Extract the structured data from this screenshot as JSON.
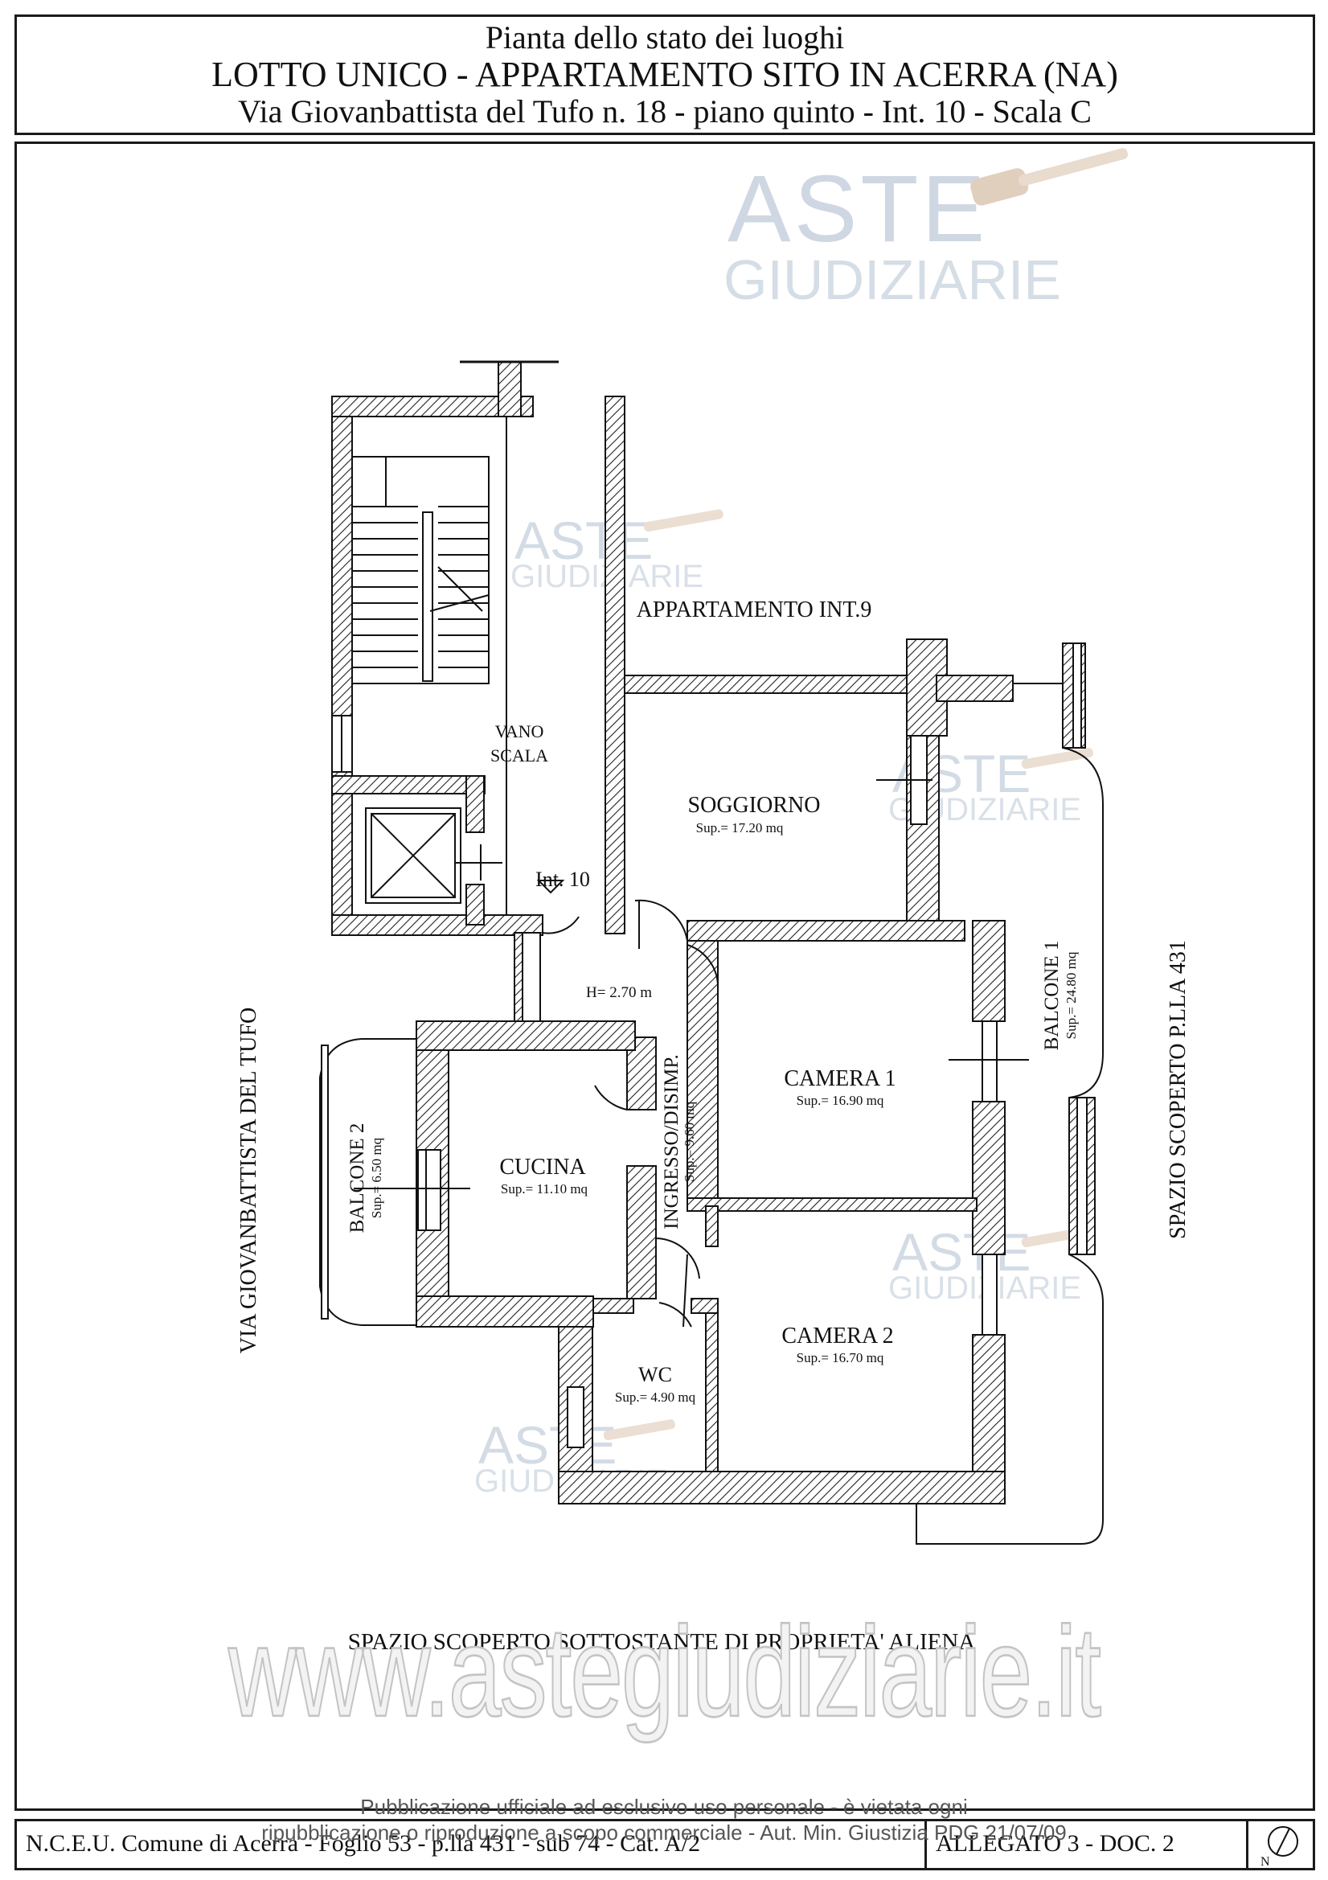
{
  "title": {
    "line1": "Pianta dello stato dei luoghi",
    "line2": "LOTTO UNICO - APPARTAMENTO SITO IN ACERRA (NA)",
    "line3": "Via Giovanbattista del Tufo n. 18 - piano quinto - Int. 10 - Scala C"
  },
  "watermark": {
    "brand_line1": "ASTE",
    "brand_line2": "GIUDIZIARIE",
    "site": "www.astegiudiziarie.it"
  },
  "labels": {
    "appartamento_int9": "APPARTAMENTO INT.9",
    "vano": "VANO",
    "scala": "SCALA",
    "int10": "Int. 10",
    "soggiorno": "SOGGIORNO",
    "soggiorno_sup": "Sup.= 17.20 mq",
    "height": "H= 2.70 m",
    "camera1": "CAMERA 1",
    "camera1_sup": "Sup.= 16.90 mq",
    "camera2": "CAMERA 2",
    "camera2_sup": "Sup.= 16.70 mq",
    "cucina": "CUCINA",
    "cucina_sup": "Sup.= 11.10 mq",
    "ingresso": "INGRESSO/DISIMP.",
    "ingresso_sup": "Sup.= 9.60 mq",
    "wc": "WC",
    "wc_sup": "Sup.= 4.90 mq",
    "balcone1": "BALCONE 1",
    "balcone1_sup": "Sup.= 24.80 mq",
    "balcone2": "BALCONE 2",
    "balcone2_sup": "Sup.= 6.50 mq",
    "via": "VIA GIOVANBATTISTA DEL TUFO",
    "spazio_scoperto": "SPAZIO SCOPERTO P.LLA 431",
    "spazio_sottostante": "SPAZIO SCOPERTO SOTTOSTANTE DI PROPRIETA' ALIENA"
  },
  "notice": {
    "line1": "Pubblicazione ufficiale ad esclusivo uso personale - è vietata ogni",
    "line2": "ripubblicazione o riproduzione a scopo commerciale - Aut. Min. Giustizia PDG 21/07/09"
  },
  "footer": {
    "cadastral": "N.C.E.U. Comune di Acerra - Foglio 53 - p.lla 431 - sub 74 - Cat. A/2",
    "allegato": "ALLEGATO 3 - DOC. 2",
    "north_letter": "N"
  }
}
